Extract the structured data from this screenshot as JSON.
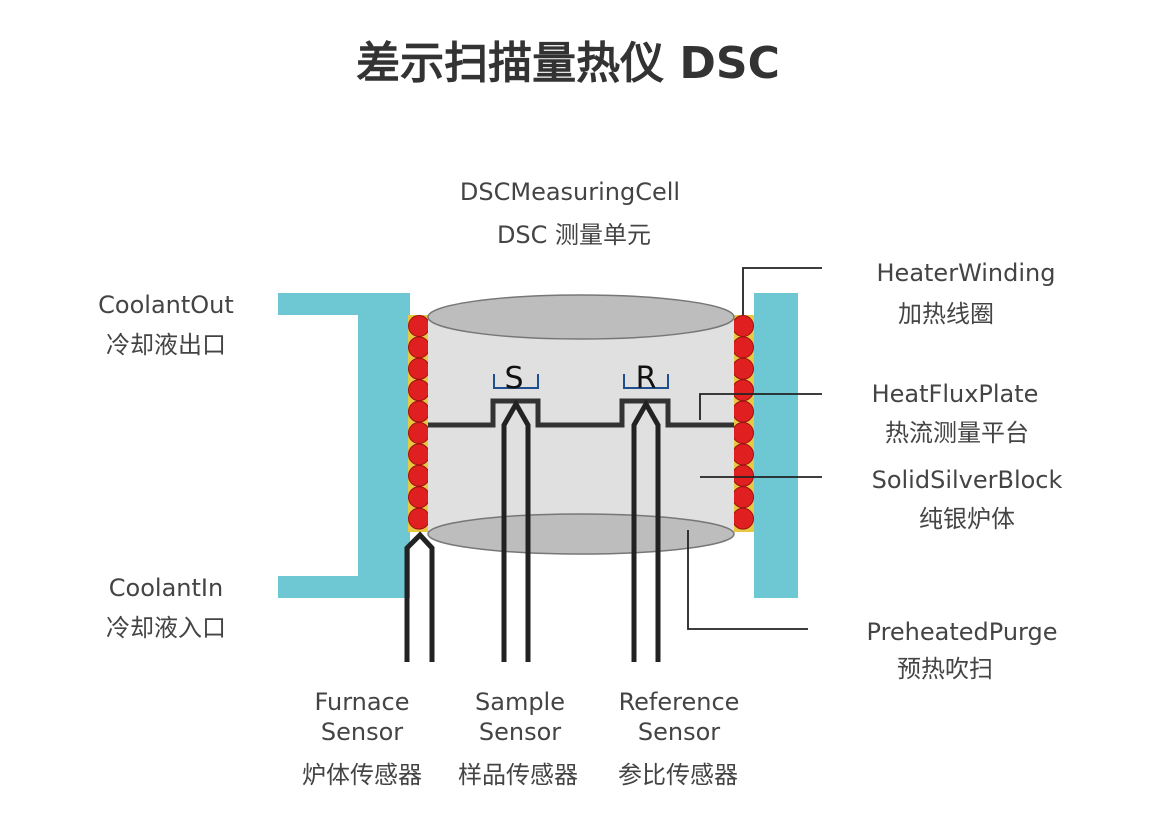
{
  "title": "差示扫描量热仪 DSC",
  "colors": {
    "coolant": "#6ec8d4",
    "heater_coil": "#e02020",
    "heater_fill": "#e8c840",
    "cell_body": "#e0e0e0",
    "cell_cap": "#bdbdbd",
    "wire": "#222222",
    "pan_bracket": "#1f4f8f",
    "text": "#444444"
  },
  "labels": {
    "measuring_cell_en": "DSCMeasuringCell",
    "measuring_cell_cn": "DSC 测量单元",
    "coolant_out_en": "CoolantOut",
    "coolant_out_cn": "冷却液出口",
    "coolant_in_en": "CoolantIn",
    "coolant_in_cn": "冷却液入口",
    "heater_winding_en": "HeaterWinding",
    "heater_winding_cn": "加热线圈",
    "heat_flux_plate_en": "HeatFluxPlate",
    "heat_flux_plate_cn": "热流测量平台",
    "solid_silver_block_en": "SolidSilverBlock",
    "solid_silver_block_cn": "纯银炉体",
    "preheated_purge_en": "PreheatedPurge",
    "preheated_purge_cn": "预热吹扫",
    "furnace_sensor_line1": "Furnace",
    "furnace_sensor_line2": "Sensor",
    "furnace_sensor_cn": "炉体传感器",
    "sample_sensor_line1": "Sample",
    "sample_sensor_line2": "Sensor",
    "sample_sensor_cn": "样品传感器",
    "reference_sensor_line1": "Reference",
    "reference_sensor_line2": "Sensor",
    "reference_sensor_cn": "参比传感器",
    "sample_mark": "S",
    "reference_mark": "R"
  }
}
